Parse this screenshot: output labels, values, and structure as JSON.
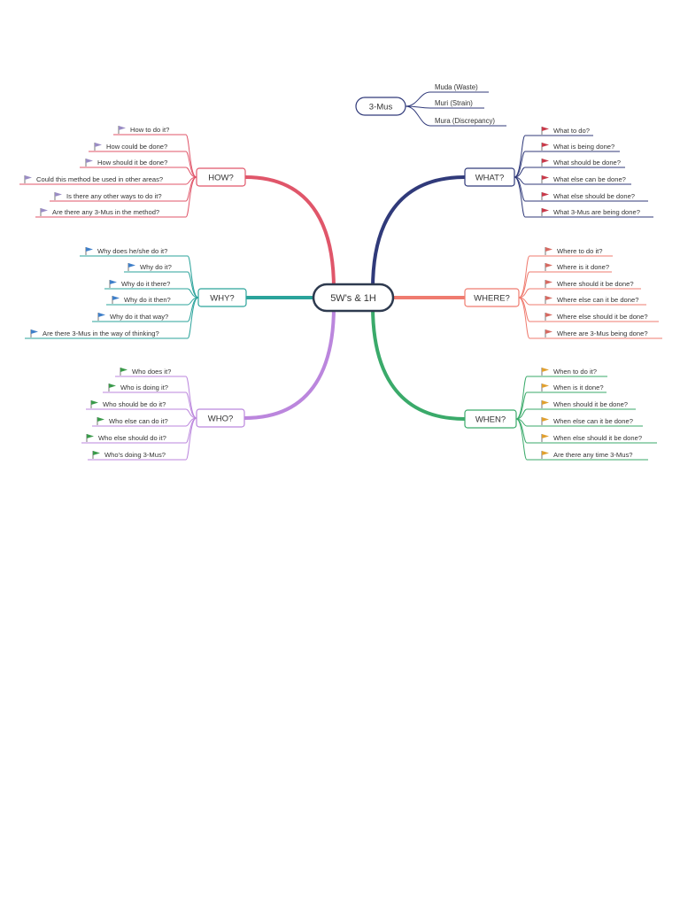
{
  "center": {
    "label": "5W's & 1H",
    "color": "#2e3a4f"
  },
  "branches": [
    {
      "key": "how",
      "label": "HOW?",
      "color": "#e0566a",
      "flag_color": "#9a8cc4",
      "items": [
        "How to do it?",
        "How could be done?",
        "How should it be done?",
        "Could this method be used in other areas?",
        "Is there any other ways to do it?",
        "Are there any 3-Mus in the method?"
      ]
    },
    {
      "key": "why",
      "label": "WHY?",
      "color": "#2ba39b",
      "flag_color": "#3f7fc9",
      "items": [
        "Why does he/she do it?",
        "Why do it?",
        "Why do it there?",
        "Why do it then?",
        "Why do it that way?",
        "Are there 3-Mus in the way of thinking?"
      ]
    },
    {
      "key": "who",
      "label": "WHO?",
      "color": "#bb86dd",
      "flag_color": "#3a9a4a",
      "items": [
        "Who does it?",
        "Who is doing it?",
        "Who should be do it?",
        "Who else can do it?",
        "Who else should do it?",
        "Who's doing 3-Mus?"
      ]
    },
    {
      "key": "what",
      "label": "WHAT?",
      "color": "#303a7a",
      "flag_color": "#c83a4a",
      "items": [
        "What to do?",
        "What is being done?",
        "What should be done?",
        "What else can be done?",
        "What else should be done?",
        "What 3-Mus are being done?"
      ]
    },
    {
      "key": "where",
      "label": "WHERE?",
      "color": "#ef7b6f",
      "flag_color": "#d66a62",
      "items": [
        "Where to do it?",
        "Where is it done?",
        "Where should it be done?",
        "Where  else can it be done?",
        "Where  else should it be done?",
        "Where are 3-Mus being done?"
      ]
    },
    {
      "key": "when",
      "label": "WHEN?",
      "color": "#3aaa6a",
      "flag_color": "#e0a030",
      "items": [
        "When to do it?",
        "When is it done?",
        "When should it be done?",
        "When else can it be done?",
        "When  else should it be done?",
        "Are there any time 3-Mus?"
      ]
    }
  ],
  "floating": {
    "label": "3-Mus",
    "color": "#303a7a",
    "items": [
      "Muda (Waste)",
      "Muri (Strain)",
      "Mura (Discrepancy)"
    ]
  }
}
